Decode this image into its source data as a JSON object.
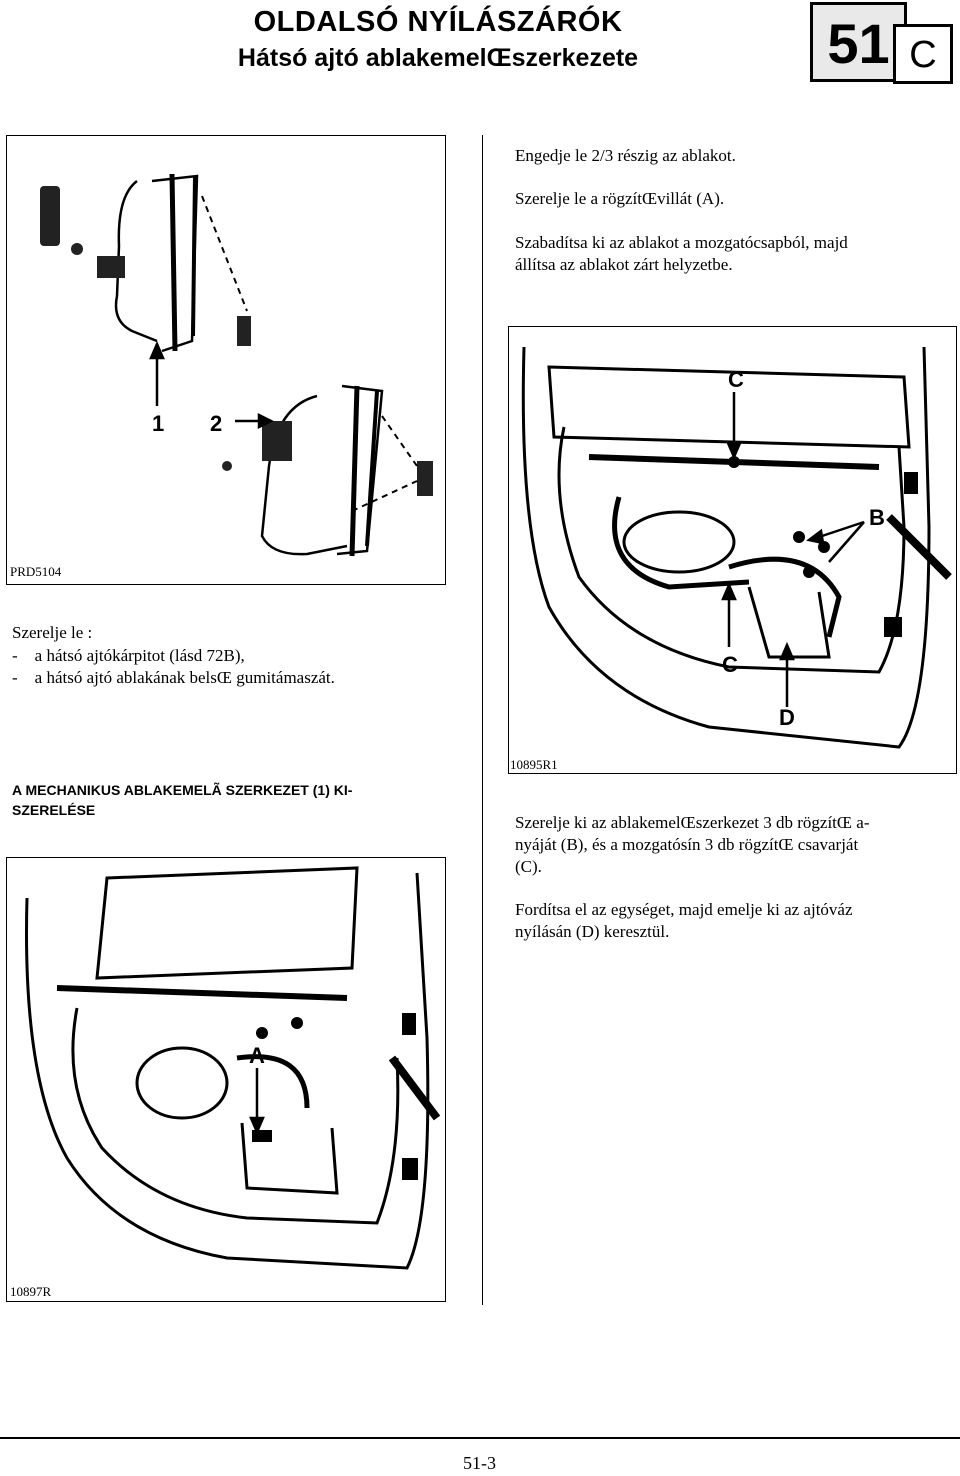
{
  "header": {
    "title_line1": "OLDALSÓ NYÍLÁSZÁRÓK",
    "title_line2": "Hátsó ajtó ablakemelŒszerkezete",
    "section_number": "51",
    "section_letter": "C"
  },
  "figures": {
    "fig1": {
      "ref": "PRD5104",
      "labels": [
        "1",
        "2"
      ]
    },
    "fig2": {
      "ref": "10895R1",
      "labels": [
        "C",
        "B",
        "C",
        "D"
      ]
    },
    "fig3": {
      "ref": "10897R",
      "labels": [
        "A"
      ]
    }
  },
  "right_top": [
    "Engedje le 2/3 részig az ablakot.",
    "Szerelje le a rögzítŒvillát (A).",
    "Szabadítsa ki az ablakot a mozgatócsapból, majd",
    "állítsa az ablakot zárt helyzetbe."
  ],
  "left_mid": {
    "intro": "Szerelje le :",
    "items": [
      "-    a hátsó ajtókárpitot (lásd 72B),",
      "-    a hátsó ajtó ablakának belsŒ gumitámaszát."
    ]
  },
  "section_heading": {
    "line1": "A MECHANIKUS ABLAKEMELÃ SZERKEZET (1) KI-",
    "line2": "SZERELÉSE"
  },
  "right_bottom": {
    "p1": [
      "Szerelje ki az ablakemelŒszerkezet 3 db rögzítŒ a-",
      "nyáját (B), és a mozgatósín 3 db rögzítŒ csavarját",
      "(C)."
    ],
    "p2": [
      "Fordítsa el az egységet, majd emelje ki az ajtóváz",
      "nyílásán (D) keresztül."
    ]
  },
  "footer": {
    "page": "51-3"
  }
}
